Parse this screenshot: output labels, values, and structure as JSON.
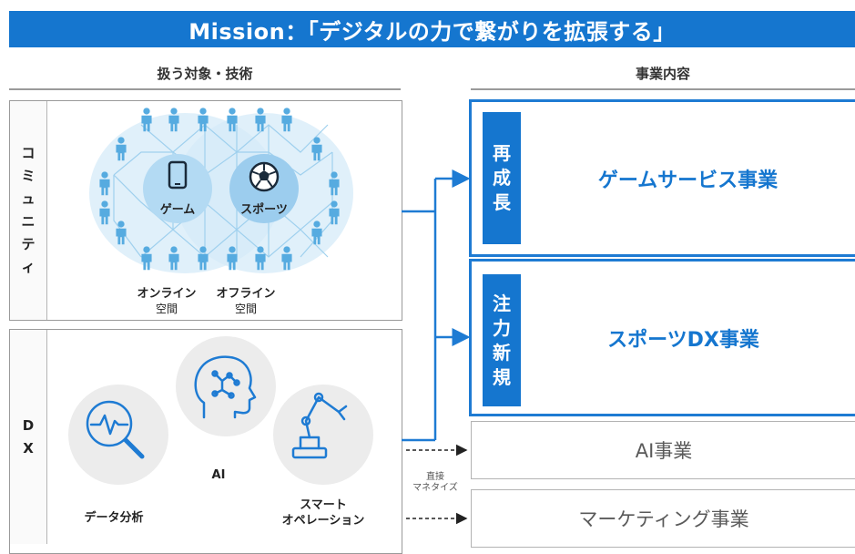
{
  "banner": {
    "title": "Mission：「デジタルの力で繋がりを拡張する」"
  },
  "left_header": "扱う対象・技術",
  "right_header": "事業内容",
  "community": {
    "side_label": [
      "コ",
      "ミ",
      "ュ",
      "ニ",
      "テ",
      "ィ"
    ],
    "game_label": "ゲーム",
    "sports_label": "スポーツ",
    "online_label": [
      "オンライン",
      "空間"
    ],
    "offline_label": [
      "オフライン",
      "空間"
    ]
  },
  "dx": {
    "side_label": [
      "D",
      "X"
    ],
    "data_label": "データ分析",
    "ai_label": "AI",
    "smart_label": [
      "スマート",
      "オペレーション"
    ]
  },
  "businesses": {
    "game": {
      "tag": [
        "再",
        "成",
        "長"
      ],
      "name": "ゲームサービス事業"
    },
    "sports": {
      "tag": [
        "注",
        "力",
        "新",
        "規"
      ],
      "name": "スポーツDX事業"
    },
    "ai": {
      "name": "AI事業"
    },
    "marketing": {
      "name": "マーケティング事業"
    }
  },
  "monetize_label": [
    "直接",
    "マネタイズ"
  ],
  "colors": {
    "brand_blue": "#1576cf",
    "accent_blue": "#1e7bd3",
    "people_blue": "#56abe0",
    "grey_border": "#9a9a9a"
  }
}
